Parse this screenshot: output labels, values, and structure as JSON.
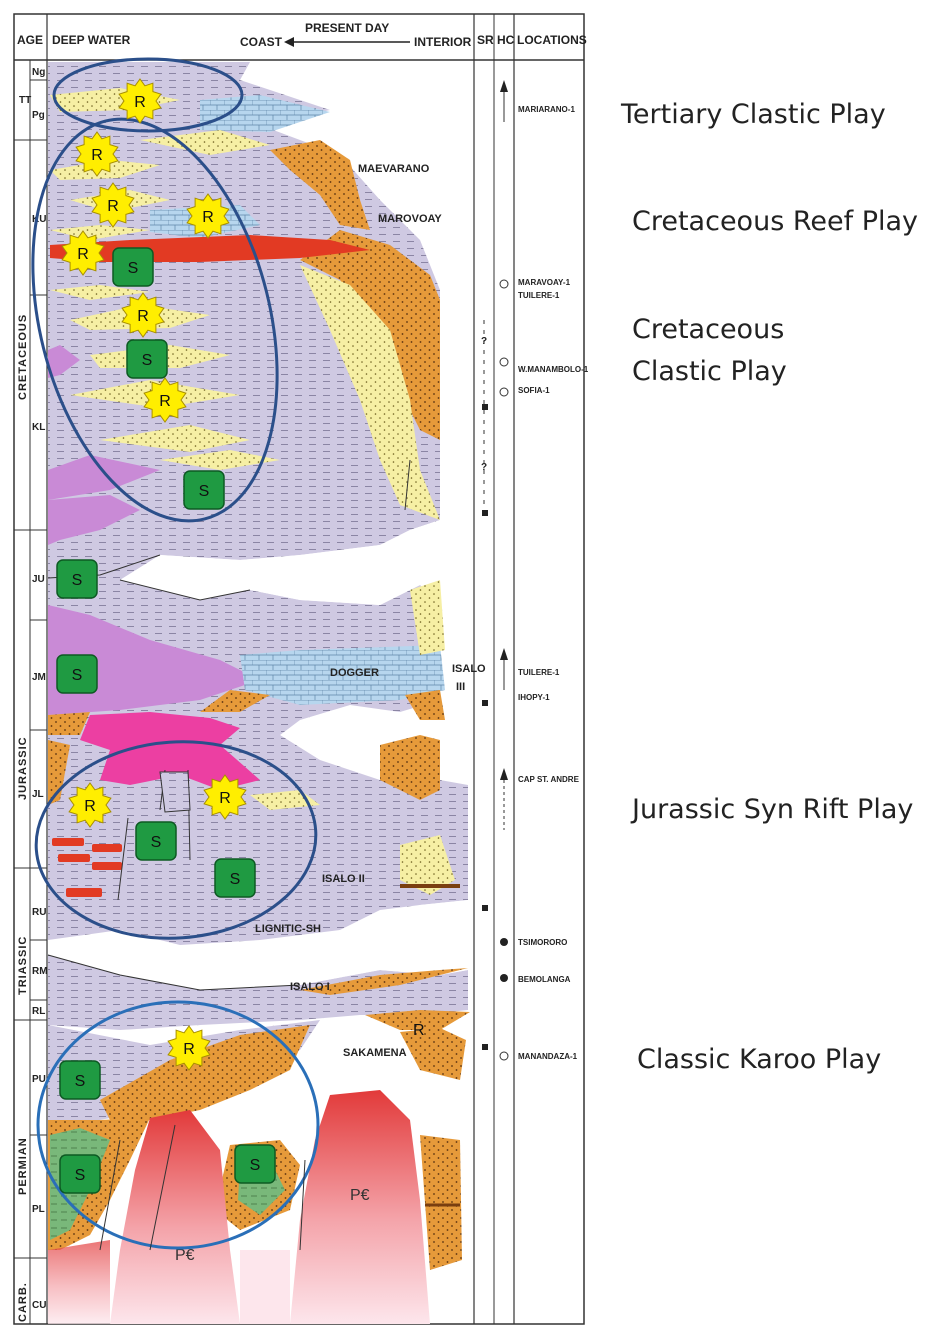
{
  "header": {
    "age": "AGE",
    "deep_water": "DEEP WATER",
    "present_day": "PRESENT DAY",
    "coast": "COAST",
    "interior": "INTERIOR",
    "sr": "SR",
    "hc": "HC",
    "locations": "LOCATIONS"
  },
  "periods": {
    "tertiary": "TT",
    "cretaceous": "CRETACEOUS",
    "jurassic": "JURASSIC",
    "triassic": "TRIASSIC",
    "permian": "PERMIAN",
    "carb": "CARB."
  },
  "epochs": [
    "Ng",
    "Pg",
    "KU",
    "KL",
    "JU",
    "JM",
    "JL",
    "RU",
    "RM",
    "RL",
    "PU",
    "PL",
    "CU"
  ],
  "locations": {
    "mariarano": "MARIARANO-1",
    "maravoay": "MARAVOAY-1",
    "tuilere": "TUILERE-1",
    "manambolo": "W.MANAMBOLO-1",
    "sofia": "SOFIA-1",
    "tuilere_j": "TUILERE-1",
    "ihopy": "IHOPY-1",
    "cap": "CAP ST. ANDRE",
    "tsimororo": "TSIMORORO",
    "bemolanga": "BEMOLANGA",
    "manandaza": "MANANDAZA-1"
  },
  "units": {
    "maevarano": "MAEVARANO",
    "marovoay": "MAROVOAY",
    "dogger": "DOGGER",
    "isalo3": "ISALO",
    "isalo3_num": "III",
    "isalo2": "ISALO II",
    "lignitic": "LIGNITIC-SH",
    "isalo1": "ISALO I",
    "sakamena": "SAKAMENA",
    "precambrian": "P€"
  },
  "markers": {
    "reservoir": "R",
    "source": "S"
  },
  "sr_question": "?",
  "plays": {
    "tertiary": "Tertiary Clastic Play",
    "cret_reef": "Cretaceous Reef Play",
    "cret_clastic_1": "Cretaceous",
    "cret_clastic_2": "Clastic Play",
    "jurassic": "Jurassic Syn Rift Play",
    "karoo": "Classic Karoo Play"
  },
  "colors": {
    "shale": "#cfc9e2",
    "sand": "#f6efa4",
    "orange": "#e69a3a",
    "magenta": "#ec3fa2",
    "violet": "#c98ad6",
    "limestone": "#b7d6ee",
    "red": "#e23a23",
    "green_marker": "#1f9a42",
    "star": "#ffee00",
    "ellipse": "#2b4f8a"
  }
}
